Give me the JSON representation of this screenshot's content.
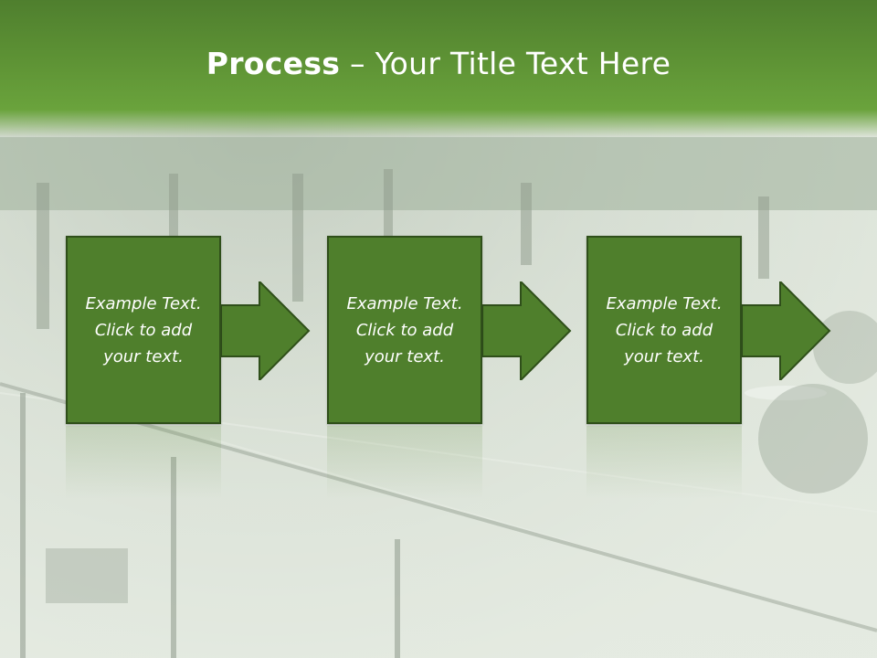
{
  "slide": {
    "title_bold": "Process",
    "title_rest": " – Your Title Text Here"
  },
  "boxes": [
    {
      "line1": "Example Text.",
      "line2": "Click  to add",
      "line3": "your text."
    },
    {
      "line1": "Example Text.",
      "line2": "Click  to add",
      "line3": "your text."
    },
    {
      "line1": "Example Text.",
      "line2": "Click  to add",
      "line3": "your text."
    }
  ],
  "colors": {
    "header_green": "#5e9335",
    "box_fill": "#4f7f2c",
    "box_border": "#2f4f1a",
    "text": "#ffffff"
  },
  "background_image": "faded-basketball-court-photo"
}
